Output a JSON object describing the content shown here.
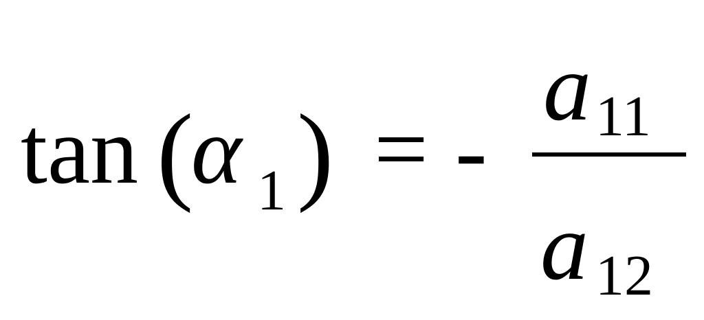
{
  "equation": {
    "function_name": "tan",
    "open_paren": "(",
    "argument_symbol": "α",
    "argument_subscript": "1",
    "close_paren": ")",
    "equals_sign": "=",
    "minus_sign": "-",
    "numerator": {
      "symbol": "a",
      "subscript": "11"
    },
    "denominator": {
      "symbol": "a",
      "subscript": "12"
    }
  }
}
